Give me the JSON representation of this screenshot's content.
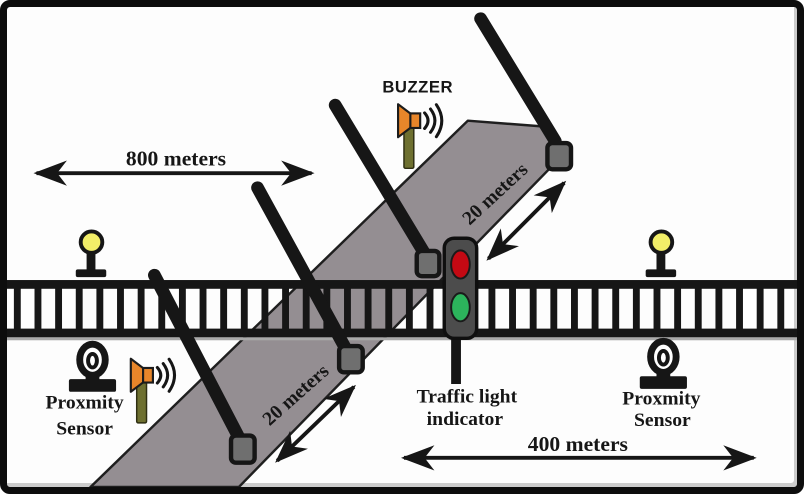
{
  "diagram": {
    "labels": {
      "buzzer": "BUZZER",
      "distance_800": "800 meters",
      "distance_20_upper": "20 meters",
      "distance_20_lower": "20 meters",
      "distance_400": "400 meters",
      "traffic_light_line1": "Traffic light",
      "traffic_light_line2": "indicator",
      "proximity_left_line1": "Proxmity",
      "proximity_left_line2": "Sensor",
      "proximity_right_line1": "Proxmity",
      "proximity_right_line2": "Sensor"
    },
    "colors": {
      "ink": "#161616",
      "frame": "#0d0d0d",
      "road": "#948e92",
      "track_shadow": "#a9a9a9",
      "barrier_tip": "#6f6f6f",
      "traffic_light_body": "#4c4c4c",
      "light_red": "#c40913",
      "light_green": "#2cb45c",
      "signal_lamp": "#f2ee68",
      "buzzer_horn": "#e8862a",
      "buzzer_post": "#6e7030"
    },
    "icons": {
      "buzzer": "horn-speaker-with-sound-waves-icon",
      "signal_lamp": "round-lamp-on-post-icon",
      "proximity_sensor": "camera-sensor-on-stand-icon",
      "traffic_light": "two-aspect-signal-icon",
      "dimension_arrow": "double-headed-arrow-icon"
    }
  }
}
